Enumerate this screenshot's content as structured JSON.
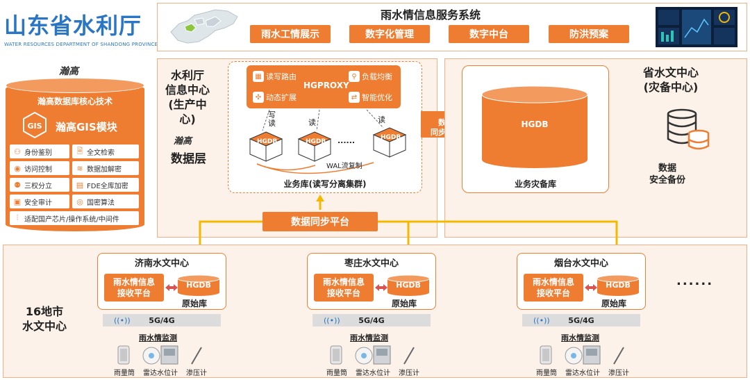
{
  "logo": {
    "title": "山东省水利厅",
    "subtitle": "WATER RESOURCES DEPARTMENT OF SHANDONG PROVINCE"
  },
  "header": {
    "title": "雨水情信息服务系统",
    "nav": [
      "雨水工情展示",
      "数字化管理",
      "数字中台",
      "防洪预案"
    ]
  },
  "tech": {
    "brand": "瀚高",
    "title": "瀚高数据库核心技术",
    "gis": "瀚高GIS模块",
    "features": [
      "身份鉴别",
      "全文检索",
      "访问控制",
      "数据加解密",
      "三权分立",
      "FDE全库加密",
      "安全审计",
      "国密算法",
      "适配国产芯片/操作系统/中间件"
    ]
  },
  "dept": {
    "title_lines": [
      "水利厅",
      "信息中心",
      "(生产中心)"
    ],
    "brand": "瀚高",
    "data_layer": "数据层",
    "proxy": {
      "name": "HGPROXY",
      "items": [
        "读写路由",
        "动态扩展",
        "负载均衡",
        "智能优化"
      ]
    },
    "rw_labels": [
      "写",
      "读",
      "读",
      "读"
    ],
    "cube_label": "HGDB",
    "dots": "......",
    "wal": "WAL流复制",
    "cluster_label": "业务库(读写分离集群)"
  },
  "sync_arrow": [
    "数据",
    "同步复制"
  ],
  "province": {
    "title_lines": [
      "省水文中心",
      "(灾备中心)"
    ],
    "db_label": "HGDB",
    "disaster_label": "业务灾备库",
    "backup_lines": [
      "数据",
      "安全备份"
    ]
  },
  "sync_platform": "数据同步平台",
  "cities": {
    "label_lines": [
      "16地市",
      "水文中心"
    ],
    "centers": [
      {
        "name": "济南水文中心"
      },
      {
        "name": "枣庄水文中心"
      },
      {
        "name": "烟台水文中心"
      }
    ],
    "recv_lines": [
      "雨水情信息",
      "接收平台"
    ],
    "db_label": "HGDB",
    "raw_label": "原始库",
    "net": "5G/4G",
    "monitor": "雨水情监测",
    "devices": [
      "雨量筒",
      "雷达水位计",
      "渗压计"
    ],
    "more": "......"
  },
  "colors": {
    "accent": "#ee7d31",
    "panel_bg": "#fdf2ea",
    "sync_line": "#f5b800",
    "logo_blue": "#2a76c4"
  }
}
